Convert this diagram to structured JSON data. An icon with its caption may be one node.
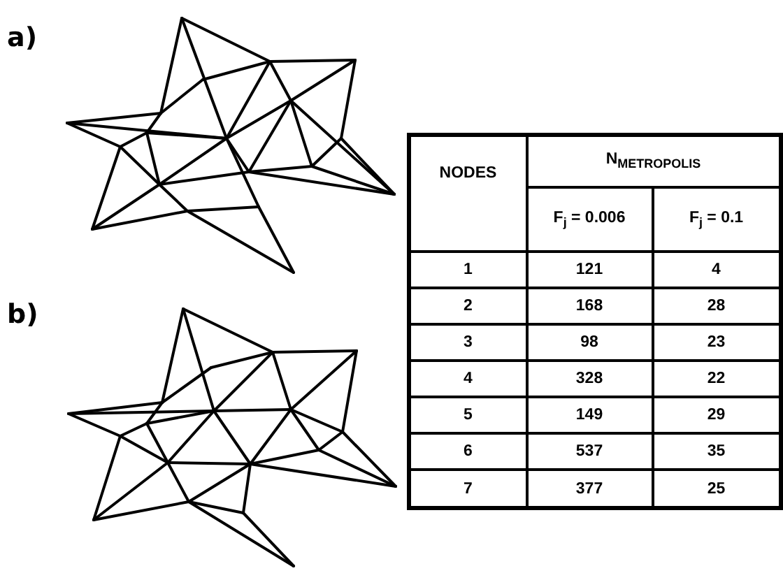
{
  "diagram": {
    "labels": [
      "a)",
      "b)",
      "NODES",
      "N$_{METROPOLIS}$",
      "F$_{j}$ = 0.006",
      "F$_{j}$ = 0.1",
      "1",
      "121",
      "4",
      "2",
      "168",
      "28",
      "3",
      "98",
      "23",
      "4",
      "328",
      "22",
      "5",
      "149",
      "29",
      "6",
      "537",
      "35",
      "7",
      "377",
      "25"
    ]
  }
}
